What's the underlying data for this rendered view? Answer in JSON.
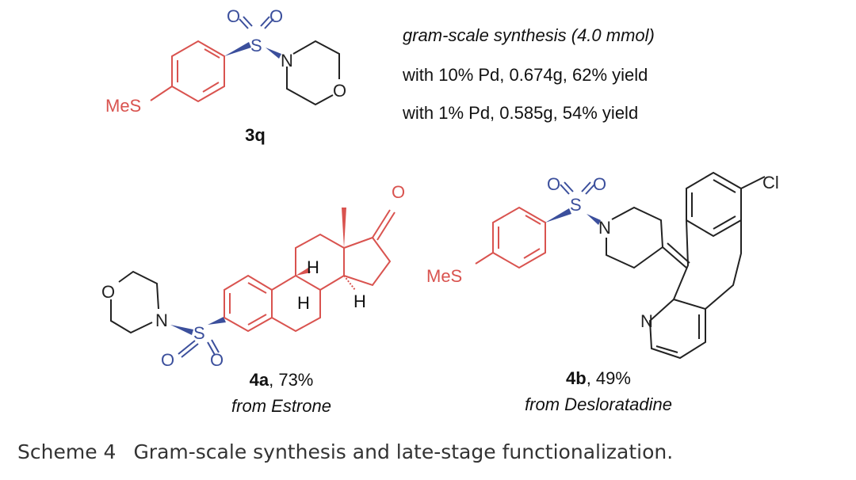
{
  "compound_3q": {
    "label": "3q",
    "mes": "MeS",
    "s": "S",
    "o": "O",
    "n": "N"
  },
  "gram_scale": {
    "title": "gram-scale synthesis (4.0 mmol)",
    "line1": "with 10% Pd, 0.674g, 62% yield",
    "line2": "with 1% Pd, 0.585g, 54% yield"
  },
  "compound_4a": {
    "label": "4a",
    "yield": ", 73%",
    "source": "from Estrone",
    "h": "H"
  },
  "compound_4b": {
    "label": "4b",
    "yield": ", 49%",
    "source": "from Desloratadine",
    "cl": "Cl"
  },
  "caption": {
    "number": "Scheme 4",
    "text": "Gram-scale synthesis and late-stage functionalization."
  },
  "colors": {
    "red": "#d9534f",
    "blue": "#3b4f9c"
  }
}
